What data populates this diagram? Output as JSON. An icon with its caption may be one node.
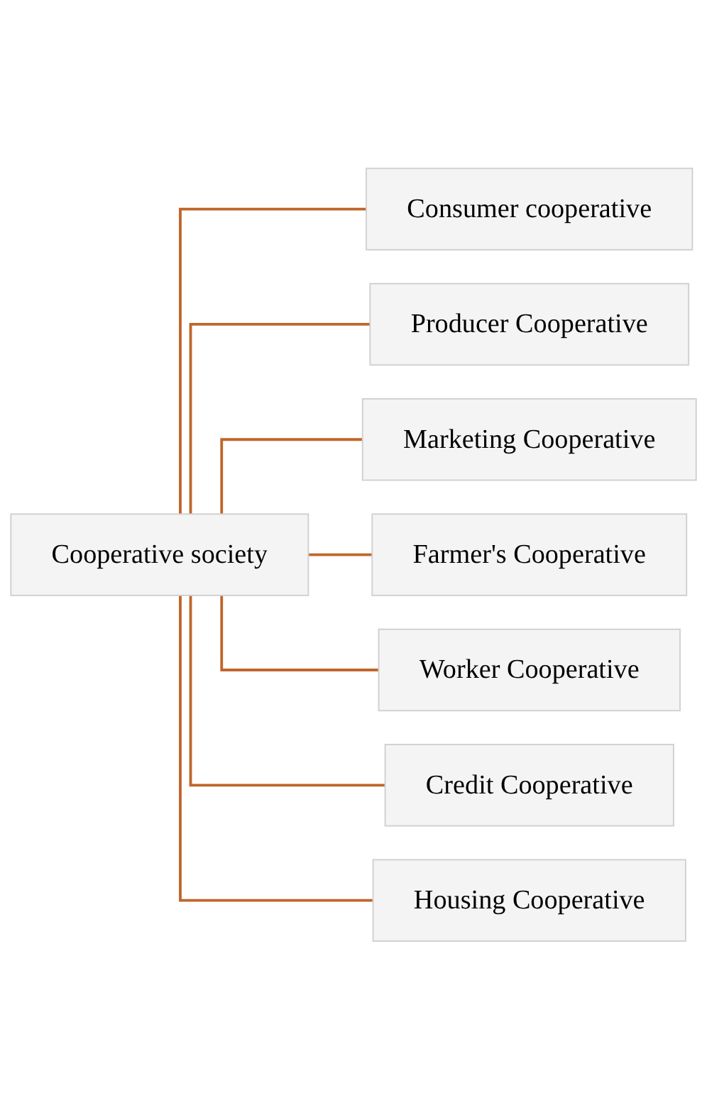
{
  "diagram": {
    "nodes": [
      {
        "text": [
          "Cooperative society"
        ]
      },
      {
        "text": [
          "Consumer cooperative"
        ]
      },
      {
        "text": [
          "Producer Cooperative"
        ]
      },
      {
        "text": [
          "Marketing Cooperative"
        ]
      },
      {
        "text": [
          "Farmer's Cooperative"
        ]
      },
      {
        "text": [
          "Worker Cooperative"
        ]
      },
      {
        "text": [
          "Credit Cooperative"
        ]
      },
      {
        "text": [
          "Housing Cooperative"
        ]
      }
    ],
    "edges": [
      {
        "from": 0,
        "to": 1,
        "arrow": "none"
      },
      {
        "from": 0,
        "to": 2,
        "arrow": "none"
      },
      {
        "from": 0,
        "to": 3,
        "arrow": "none"
      },
      {
        "from": 0,
        "to": 4,
        "arrow": "none"
      },
      {
        "from": 0,
        "to": 5,
        "arrow": "none"
      },
      {
        "from": 0,
        "to": 6,
        "arrow": "none"
      },
      {
        "from": 0,
        "to": 7,
        "arrow": "none"
      }
    ]
  }
}
